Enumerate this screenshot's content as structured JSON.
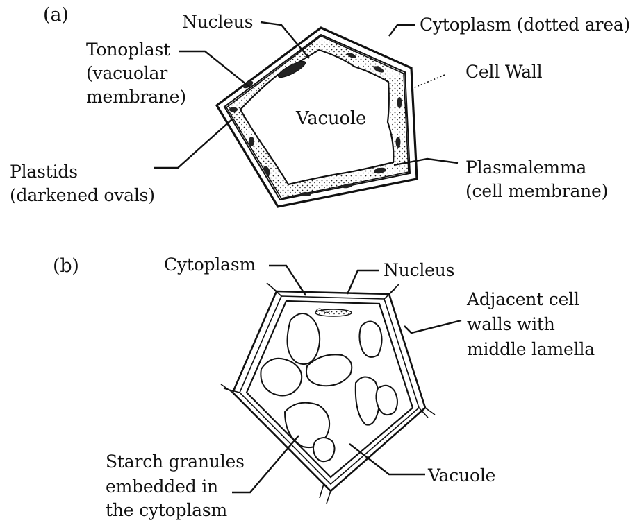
{
  "panel_a": {
    "tag": "(a)",
    "labels": {
      "nucleus": "Nucleus",
      "cytoplasm": "Cytoplasm (dotted area)",
      "tonoplast": [
        "Tonoplast",
        "(vacuolar",
        "membrane)"
      ],
      "cell_wall": "Cell Wall",
      "vacuole": "Vacuole",
      "plastids": [
        "Plastids",
        "(darkened ovals)"
      ],
      "plasmalemma": [
        "Plasmalemma",
        "(cell membrane)"
      ]
    }
  },
  "panel_b": {
    "tag": "(b)",
    "labels": {
      "cytoplasm": "Cytoplasm",
      "nucleus": "Nucleus",
      "adjacent_walls": [
        "Adjacent cell",
        "walls with",
        "middle lamella"
      ],
      "starch": [
        "Starch granules",
        "embedded in",
        "the cytoplasm"
      ],
      "vacuole": "Vacuole"
    }
  },
  "colors": {
    "ink": "#111111",
    "background": "#ffffff",
    "plastid": "#222222"
  }
}
